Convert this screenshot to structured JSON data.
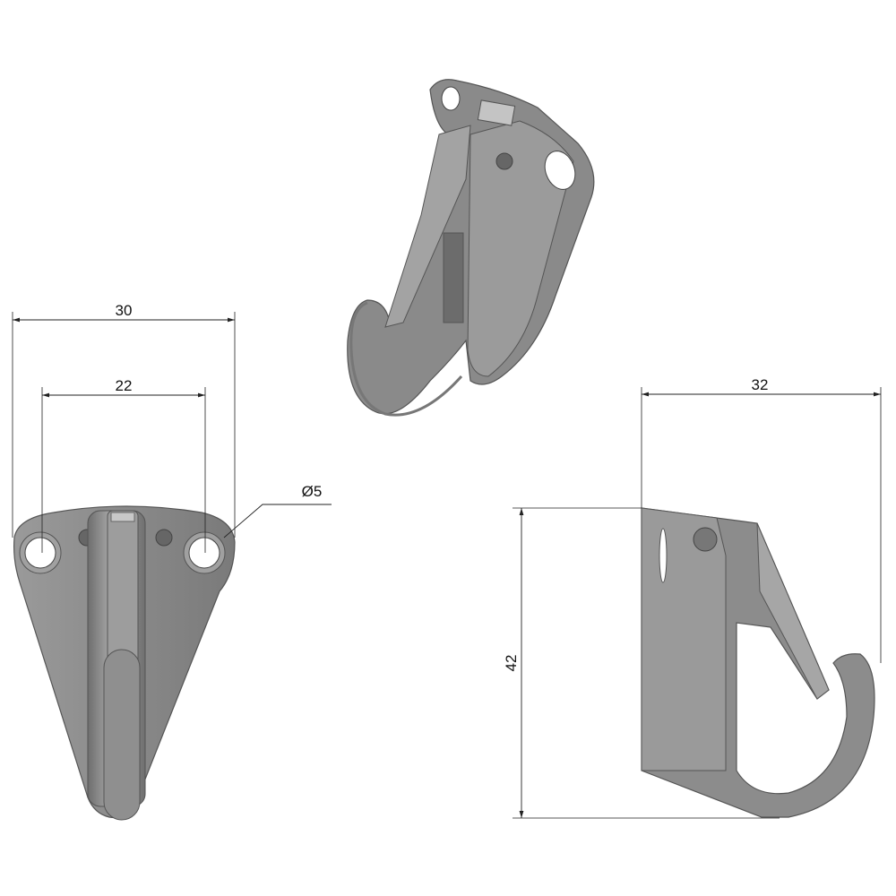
{
  "dimensions": {
    "overall_width": "30",
    "hole_spacing": "22",
    "hole_diameter": "Ø5",
    "depth": "32",
    "height": "42"
  },
  "colors": {
    "part_fill": "#8c8c8c",
    "part_light": "#b5b5b5",
    "part_dark": "#5e5e5e",
    "dimension_line": "#222222"
  }
}
